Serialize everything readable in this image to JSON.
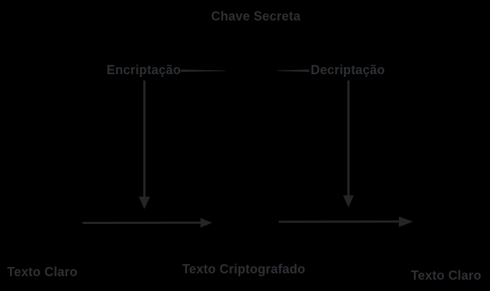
{
  "diagram": {
    "title": "Chave Secreta",
    "encryption_label": "Encriptação",
    "decryption_label": "Decriptação",
    "plaintext_left_label": "Texto Claro",
    "ciphertext_label": "Texto Criptografado",
    "plaintext_right_label": "Texto Claro"
  },
  "colors": {
    "background": "#000000",
    "text": "#2d3034",
    "line": "#232527"
  }
}
